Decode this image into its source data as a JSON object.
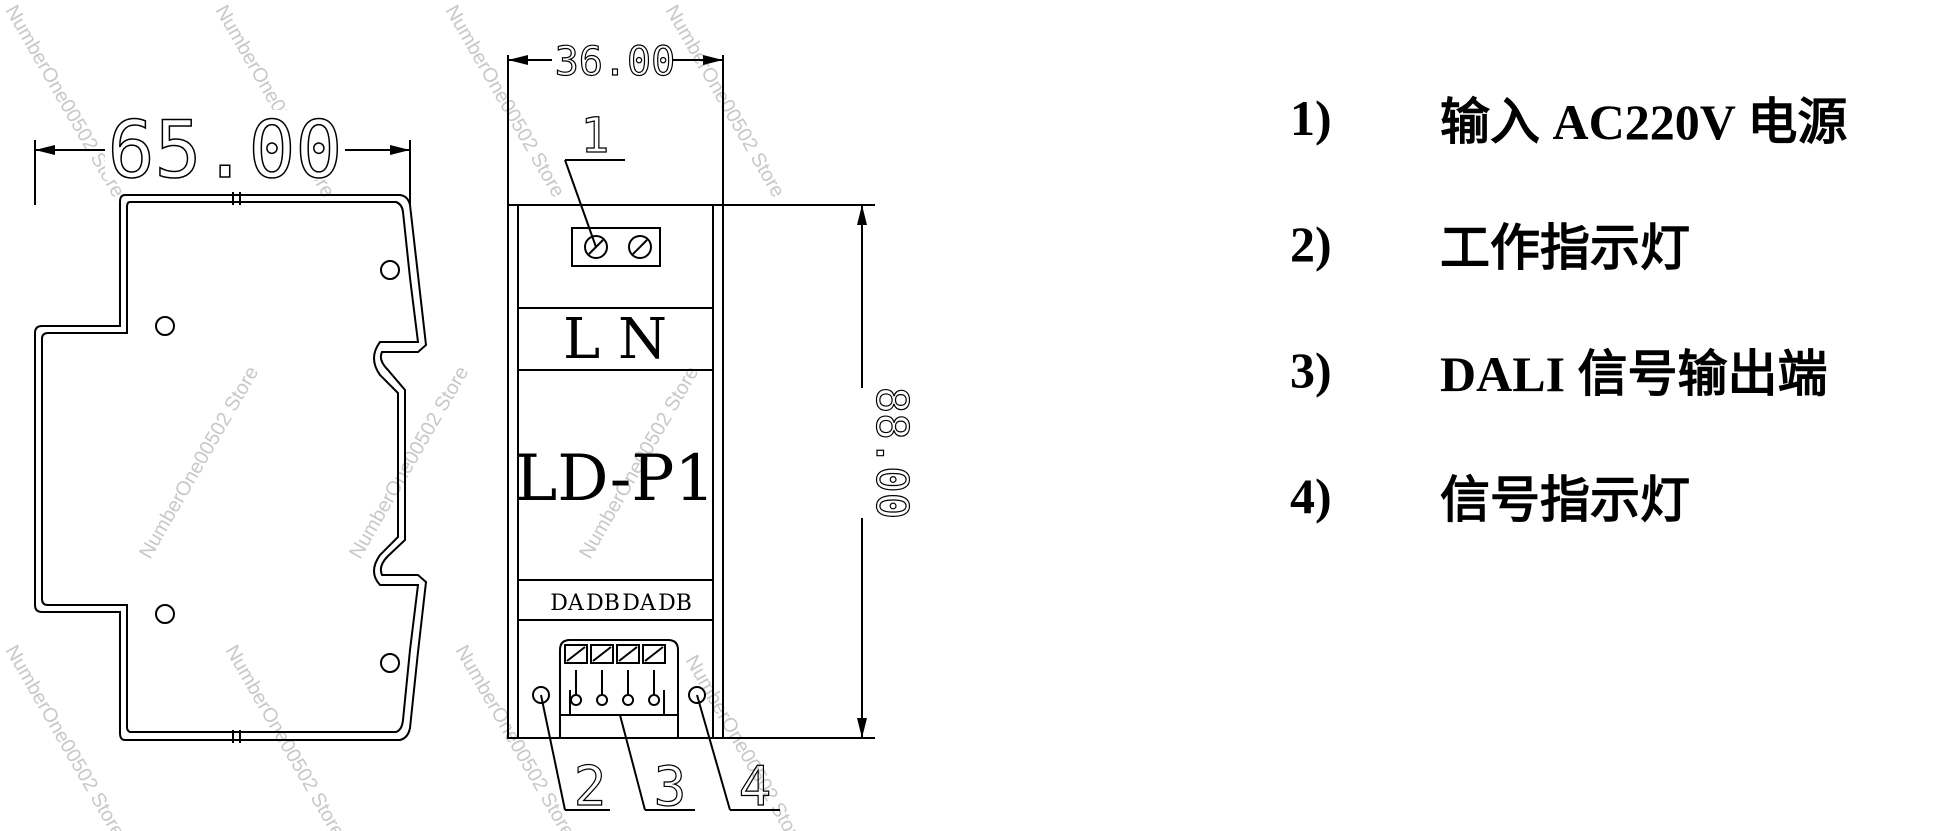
{
  "dimensions": {
    "width": "65.00",
    "depth": "36.00",
    "height": "88.00"
  },
  "device": {
    "model": "LD-P1",
    "power_terminal_labels": "L N",
    "signal_terminal_labels": [
      "DA",
      "DB",
      "DA",
      "DB"
    ]
  },
  "callouts": [
    "1",
    "2",
    "3",
    "4"
  ],
  "legend": [
    {
      "num": "1)",
      "text": "输入 AC220V 电源"
    },
    {
      "num": "2)",
      "text": "工作指示灯"
    },
    {
      "num": "3)",
      "text": "DALI 信号输出端"
    },
    {
      "num": "4)",
      "text": "信号指示灯"
    }
  ],
  "watermark": "NumberOne00502 Store"
}
